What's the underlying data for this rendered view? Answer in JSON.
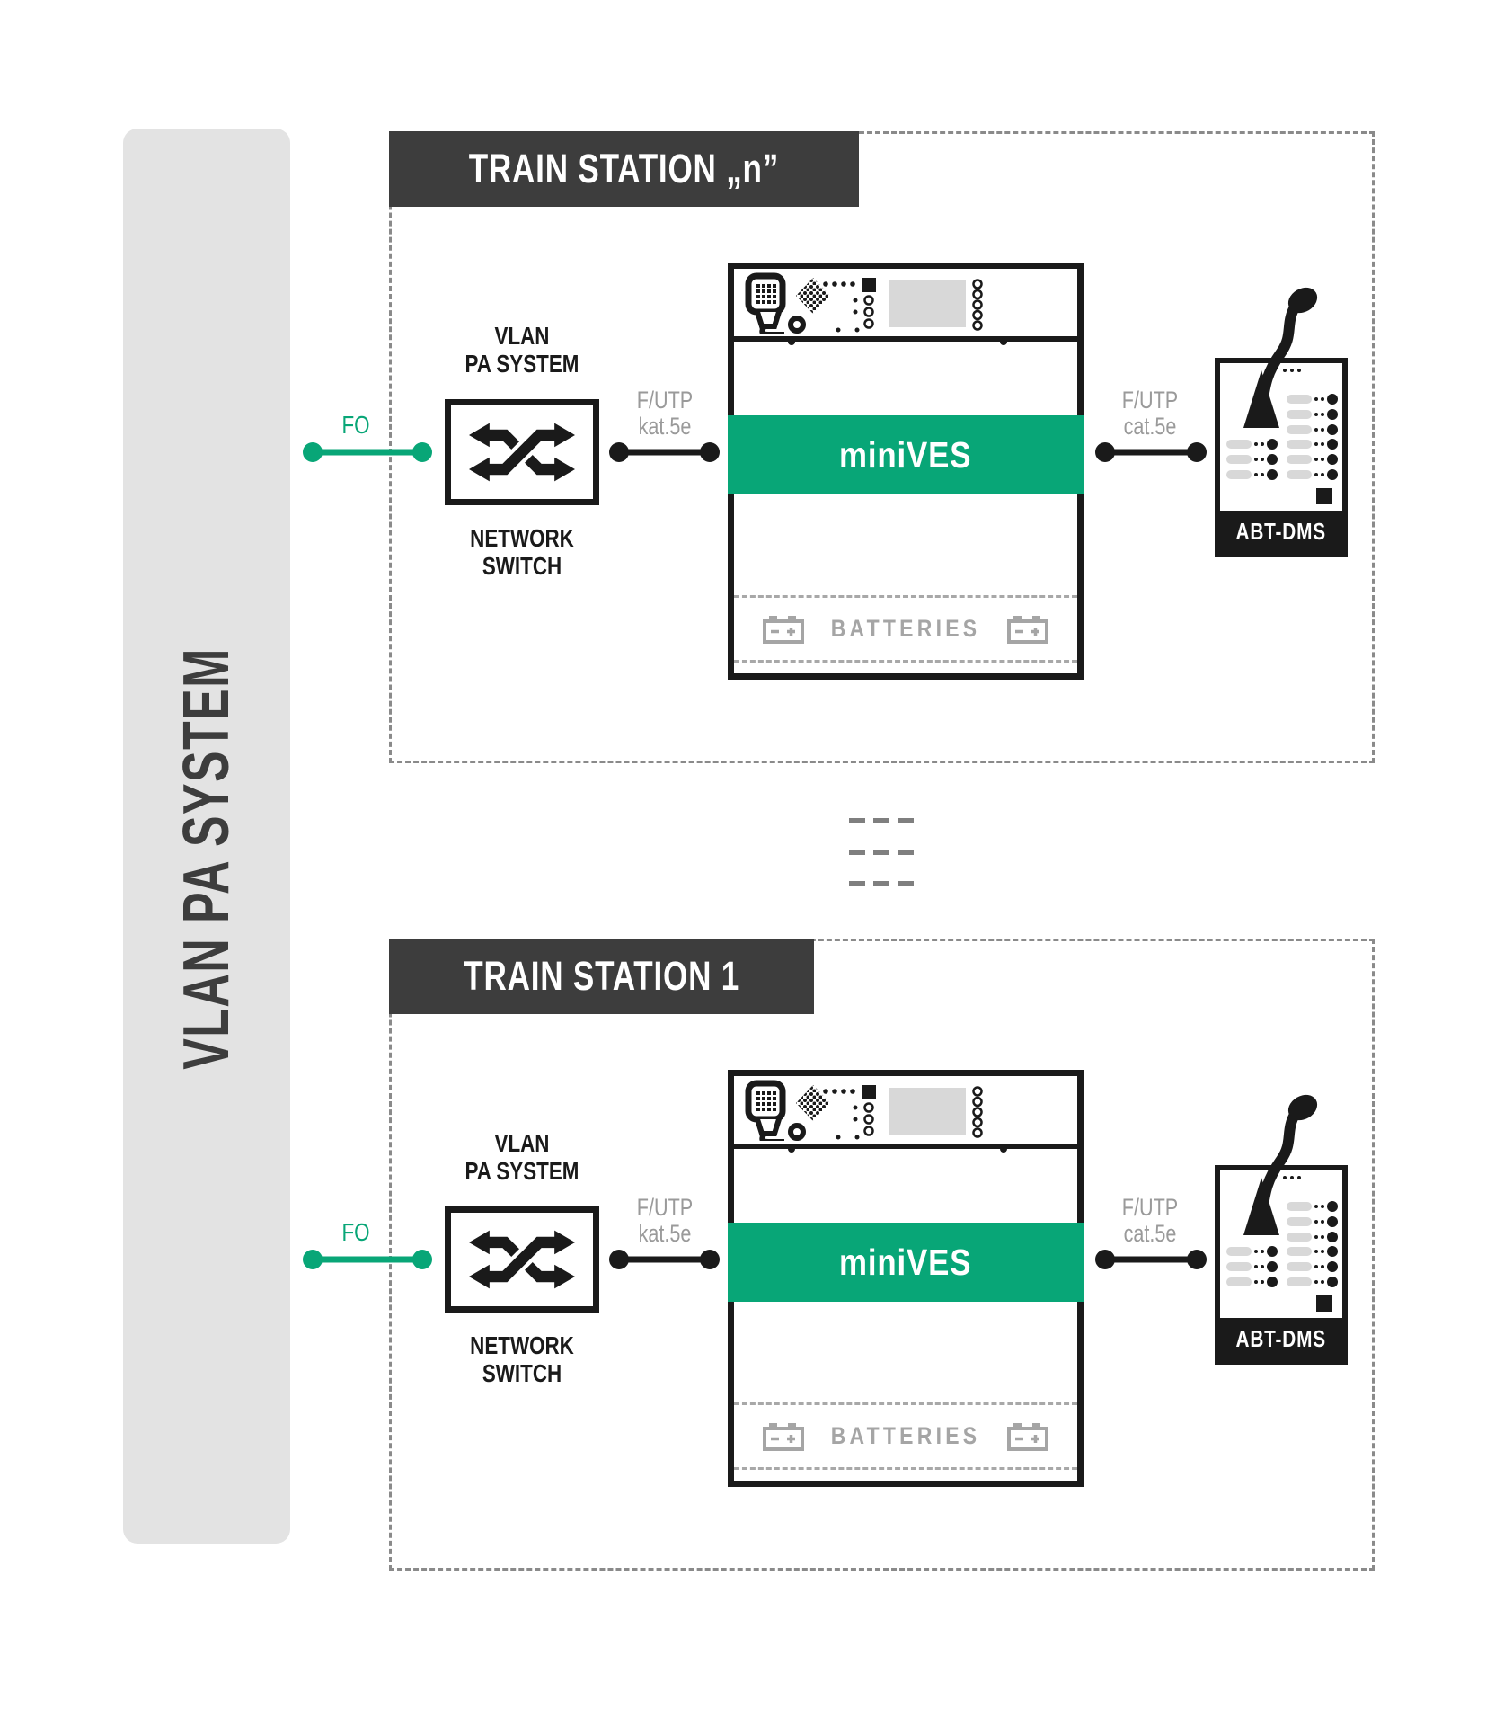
{
  "diagram_title": "VLAN PA SYSTEM",
  "backbone": {
    "label": "VLAN PA SYSTEM"
  },
  "colors": {
    "accent_green": "#08a677",
    "header_dark": "#3d3d3d",
    "line_black": "#1a1a1a",
    "label_gray": "#9a9a9a",
    "battery_gray": "#a5a5a5",
    "backbone_bar_gray": "#e3e3e3",
    "dashed_border_gray": "#8a8a8a"
  },
  "icons": {
    "switch": "crossed-arrows-switch-icon",
    "handheld_mic": "handheld-microphone-icon",
    "speaker_grille": "speaker-grille-icon",
    "battery": "battery-icon",
    "gooseneck_mic": "gooseneck-microphone-icon",
    "separator": "continuation-dashes-icon"
  },
  "stations": [
    {
      "id": "train-station-n",
      "header": "TRAIN STATION „n”",
      "switch_area": {
        "label_line1": "VLAN",
        "label_line2": "PA SYSTEM",
        "name_line1": "NETWORK",
        "name_line2": "SWITCH"
      },
      "links": {
        "fo": "FO",
        "left_line1": "F/UTP",
        "left_line2": "kat.5e",
        "right_line1": "F/UTP",
        "right_line2": "cat.5e"
      },
      "device": {
        "name": "miniVES",
        "batteries": "BATTERIES"
      },
      "console": {
        "name": "ABT-DMS"
      }
    },
    {
      "id": "train-station-1",
      "header": "TRAIN STATION 1",
      "switch_area": {
        "label_line1": "VLAN",
        "label_line2": "PA SYSTEM",
        "name_line1": "NETWORK",
        "name_line2": "SWITCH"
      },
      "links": {
        "fo": "FO",
        "left_line1": "F/UTP",
        "left_line2": "kat.5e",
        "right_line1": "F/UTP",
        "right_line2": "cat.5e"
      },
      "device": {
        "name": "miniVES",
        "batteries": "BATTERIES"
      },
      "console": {
        "name": "ABT-DMS"
      }
    }
  ]
}
